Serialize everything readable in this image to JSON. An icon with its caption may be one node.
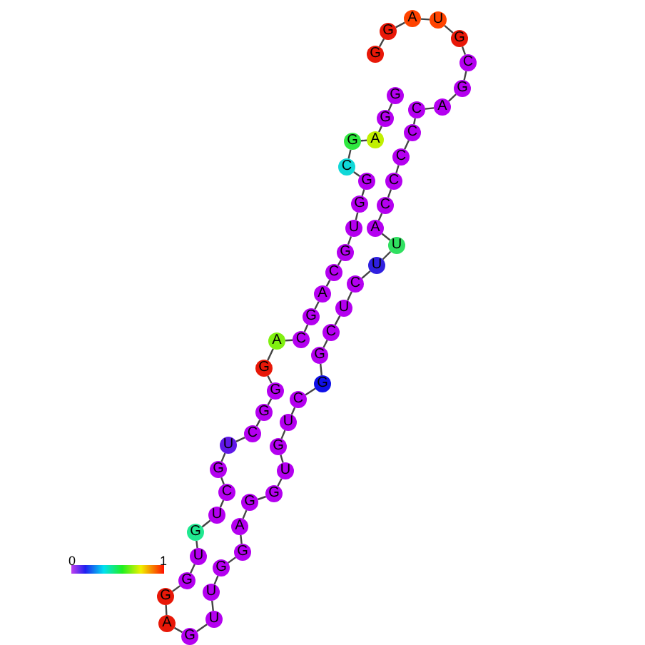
{
  "diagram": {
    "nodes": [
      {
        "text": [
          "G"
        ]
      },
      {
        "text": [
          "G"
        ]
      },
      {
        "text": [
          "A"
        ]
      },
      {
        "text": [
          "U"
        ]
      },
      {
        "text": [
          "G"
        ]
      },
      {
        "text": [
          "C"
        ]
      },
      {
        "text": [
          "G"
        ]
      },
      {
        "text": [
          "A"
        ]
      },
      {
        "text": [
          "C"
        ]
      },
      {
        "text": [
          "C"
        ]
      },
      {
        "text": [
          "C"
        ]
      },
      {
        "text": [
          "C"
        ]
      },
      {
        "text": [
          "C"
        ]
      },
      {
        "text": [
          "A"
        ]
      },
      {
        "text": [
          "U"
        ]
      },
      {
        "text": [
          "U"
        ]
      },
      {
        "text": [
          "C"
        ]
      },
      {
        "text": [
          "U"
        ]
      },
      {
        "text": [
          "C"
        ]
      },
      {
        "text": [
          "G"
        ]
      },
      {
        "text": [
          "G"
        ]
      },
      {
        "text": [
          "C"
        ]
      },
      {
        "text": [
          "U"
        ]
      },
      {
        "text": [
          "G"
        ]
      },
      {
        "text": [
          "U"
        ]
      },
      {
        "text": [
          "G"
        ]
      },
      {
        "text": [
          "G"
        ]
      },
      {
        "text": [
          "A"
        ]
      },
      {
        "text": [
          "G"
        ]
      },
      {
        "text": [
          "G"
        ]
      },
      {
        "text": [
          "U"
        ]
      },
      {
        "text": [
          "U"
        ]
      },
      {
        "text": [
          "G"
        ]
      },
      {
        "text": [
          "A"
        ]
      },
      {
        "text": [
          "G"
        ]
      },
      {
        "text": [
          "G"
        ]
      },
      {
        "text": [
          "U"
        ]
      },
      {
        "text": [
          "G"
        ]
      },
      {
        "text": [
          "U"
        ]
      },
      {
        "text": [
          "C"
        ]
      },
      {
        "text": [
          "G"
        ]
      },
      {
        "text": [
          "U"
        ]
      },
      {
        "text": [
          "C"
        ]
      },
      {
        "text": [
          "G"
        ]
      },
      {
        "text": [
          "G"
        ]
      },
      {
        "text": [
          "G"
        ]
      },
      {
        "text": [
          "A"
        ]
      },
      {
        "text": [
          "C"
        ]
      },
      {
        "text": [
          "G"
        ]
      },
      {
        "text": [
          "A"
        ]
      },
      {
        "text": [
          "C"
        ]
      },
      {
        "text": [
          "G"
        ]
      },
      {
        "text": [
          "U"
        ]
      },
      {
        "text": [
          "G"
        ]
      },
      {
        "text": [
          "G"
        ]
      },
      {
        "text": [
          "C"
        ]
      },
      {
        "text": [
          "G"
        ]
      },
      {
        "text": [
          "A"
        ]
      },
      {
        "text": [
          "G"
        ]
      },
      {
        "text": [
          "G"
        ]
      }
    ],
    "edges": [
      {
        "from": 0,
        "to": 1,
        "arrow": "none"
      },
      {
        "from": 1,
        "to": 2,
        "arrow": "none"
      },
      {
        "from": 2,
        "to": 3,
        "arrow": "none"
      },
      {
        "from": 3,
        "to": 4,
        "arrow": "none"
      },
      {
        "from": 4,
        "to": 5,
        "arrow": "none"
      },
      {
        "from": 5,
        "to": 6,
        "arrow": "none"
      },
      {
        "from": 6,
        "to": 7,
        "arrow": "none"
      },
      {
        "from": 7,
        "to": 8,
        "arrow": "none"
      },
      {
        "from": 8,
        "to": 9,
        "arrow": "none"
      },
      {
        "from": 9,
        "to": 10,
        "arrow": "none"
      },
      {
        "from": 10,
        "to": 11,
        "arrow": "none"
      },
      {
        "from": 11,
        "to": 12,
        "arrow": "none"
      },
      {
        "from": 12,
        "to": 13,
        "arrow": "none"
      },
      {
        "from": 13,
        "to": 14,
        "arrow": "none"
      },
      {
        "from": 14,
        "to": 15,
        "arrow": "none"
      },
      {
        "from": 15,
        "to": 16,
        "arrow": "none"
      },
      {
        "from": 16,
        "to": 17,
        "arrow": "none"
      },
      {
        "from": 17,
        "to": 18,
        "arrow": "none"
      },
      {
        "from": 18,
        "to": 19,
        "arrow": "none"
      },
      {
        "from": 19,
        "to": 20,
        "arrow": "none"
      },
      {
        "from": 20,
        "to": 21,
        "arrow": "none"
      },
      {
        "from": 21,
        "to": 22,
        "arrow": "none"
      },
      {
        "from": 22,
        "to": 23,
        "arrow": "none"
      },
      {
        "from": 23,
        "to": 24,
        "arrow": "none"
      },
      {
        "from": 24,
        "to": 25,
        "arrow": "none"
      },
      {
        "from": 25,
        "to": 26,
        "arrow": "none"
      },
      {
        "from": 26,
        "to": 27,
        "arrow": "none"
      },
      {
        "from": 27,
        "to": 28,
        "arrow": "none"
      },
      {
        "from": 28,
        "to": 29,
        "arrow": "none"
      },
      {
        "from": 29,
        "to": 30,
        "arrow": "none"
      },
      {
        "from": 30,
        "to": 31,
        "arrow": "none"
      },
      {
        "from": 31,
        "to": 32,
        "arrow": "none"
      },
      {
        "from": 32,
        "to": 33,
        "arrow": "none"
      },
      {
        "from": 33,
        "to": 34,
        "arrow": "none"
      },
      {
        "from": 34,
        "to": 35,
        "arrow": "none"
      },
      {
        "from": 35,
        "to": 36,
        "arrow": "none"
      },
      {
        "from": 36,
        "to": 37,
        "arrow": "none"
      },
      {
        "from": 37,
        "to": 38,
        "arrow": "none"
      },
      {
        "from": 38,
        "to": 39,
        "arrow": "none"
      },
      {
        "from": 39,
        "to": 40,
        "arrow": "none"
      },
      {
        "from": 40,
        "to": 41,
        "arrow": "none"
      },
      {
        "from": 41,
        "to": 42,
        "arrow": "none"
      },
      {
        "from": 42,
        "to": 43,
        "arrow": "none"
      },
      {
        "from": 43,
        "to": 44,
        "arrow": "none"
      },
      {
        "from": 44,
        "to": 45,
        "arrow": "none"
      },
      {
        "from": 45,
        "to": 46,
        "arrow": "none"
      },
      {
        "from": 46,
        "to": 47,
        "arrow": "none"
      },
      {
        "from": 47,
        "to": 48,
        "arrow": "none"
      },
      {
        "from": 48,
        "to": 49,
        "arrow": "none"
      },
      {
        "from": 49,
        "to": 50,
        "arrow": "none"
      },
      {
        "from": 50,
        "to": 51,
        "arrow": "none"
      },
      {
        "from": 51,
        "to": 52,
        "arrow": "none"
      },
      {
        "from": 52,
        "to": 53,
        "arrow": "none"
      },
      {
        "from": 53,
        "to": 54,
        "arrow": "none"
      },
      {
        "from": 54,
        "to": 55,
        "arrow": "none"
      },
      {
        "from": 55,
        "to": 56,
        "arrow": "none"
      },
      {
        "from": 56,
        "to": 57,
        "arrow": "none"
      },
      {
        "from": 57,
        "to": 58,
        "arrow": "none"
      },
      {
        "from": 58,
        "to": 59,
        "arrow": "none"
      }
    ],
    "labels": [
      "0",
      "1"
    ]
  }
}
